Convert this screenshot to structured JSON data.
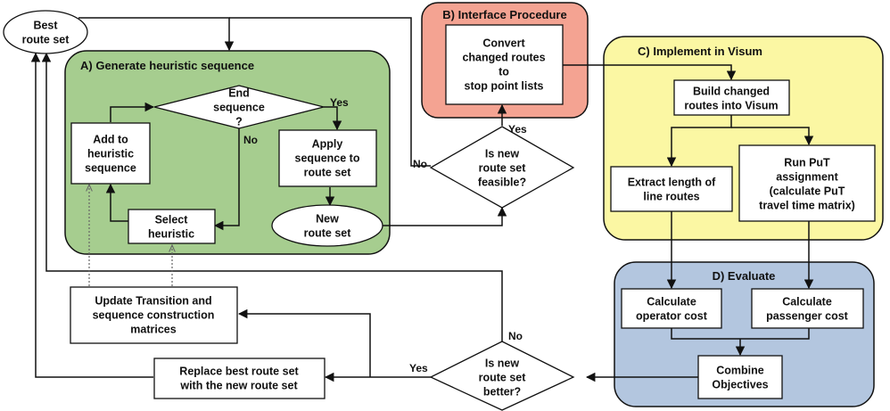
{
  "colors": {
    "group_a": "#a6cd8f",
    "group_b": "#f4a392",
    "group_c": "#fbf7a3",
    "group_d": "#b3c6df",
    "stroke": "#111111"
  },
  "groups": {
    "a": "A) Generate heuristic sequence",
    "b": "B) Interface Procedure",
    "c": "C) Implement in Visum",
    "d": "D) Evaluate"
  },
  "nodes": {
    "best_route_set": [
      "Best",
      "route set"
    ],
    "end_sequence": [
      "End",
      "sequence",
      "?"
    ],
    "add_to_heuristic": [
      "Add  to",
      "heuristic",
      "sequence"
    ],
    "apply_sequence": [
      "Apply",
      "sequence to",
      "route set"
    ],
    "select_heuristic": [
      "Select",
      "heuristic"
    ],
    "new_route_set": [
      "New",
      "route set"
    ],
    "convert_routes": [
      "Convert",
      "changed routes",
      "to",
      "stop point lists"
    ],
    "is_feasible": [
      "Is new",
      "route set",
      "feasible?"
    ],
    "build_visum": [
      "Build changed",
      "routes into Visum"
    ],
    "extract_length": [
      "Extract length of",
      "line routes"
    ],
    "run_put": [
      "Run PuT",
      "assignment",
      "(calculate PuT",
      "travel time matrix)"
    ],
    "operator_cost": [
      "Calculate",
      "operator cost"
    ],
    "passenger_cost": [
      "Calculate",
      "passenger cost"
    ],
    "combine": [
      "Combine",
      "Objectives"
    ],
    "is_better": [
      "Is new",
      "route set",
      "better?"
    ],
    "update_matrices": [
      "Update Transition and",
      "sequence construction",
      "matrices"
    ],
    "replace_best": [
      "Replace  best route set",
      "with the new route set"
    ]
  },
  "edge_labels": {
    "end_yes": "Yes",
    "end_no": "No",
    "feasible_yes": "Yes",
    "feasible_no": "No",
    "better_yes": "Yes",
    "better_no": "No"
  }
}
